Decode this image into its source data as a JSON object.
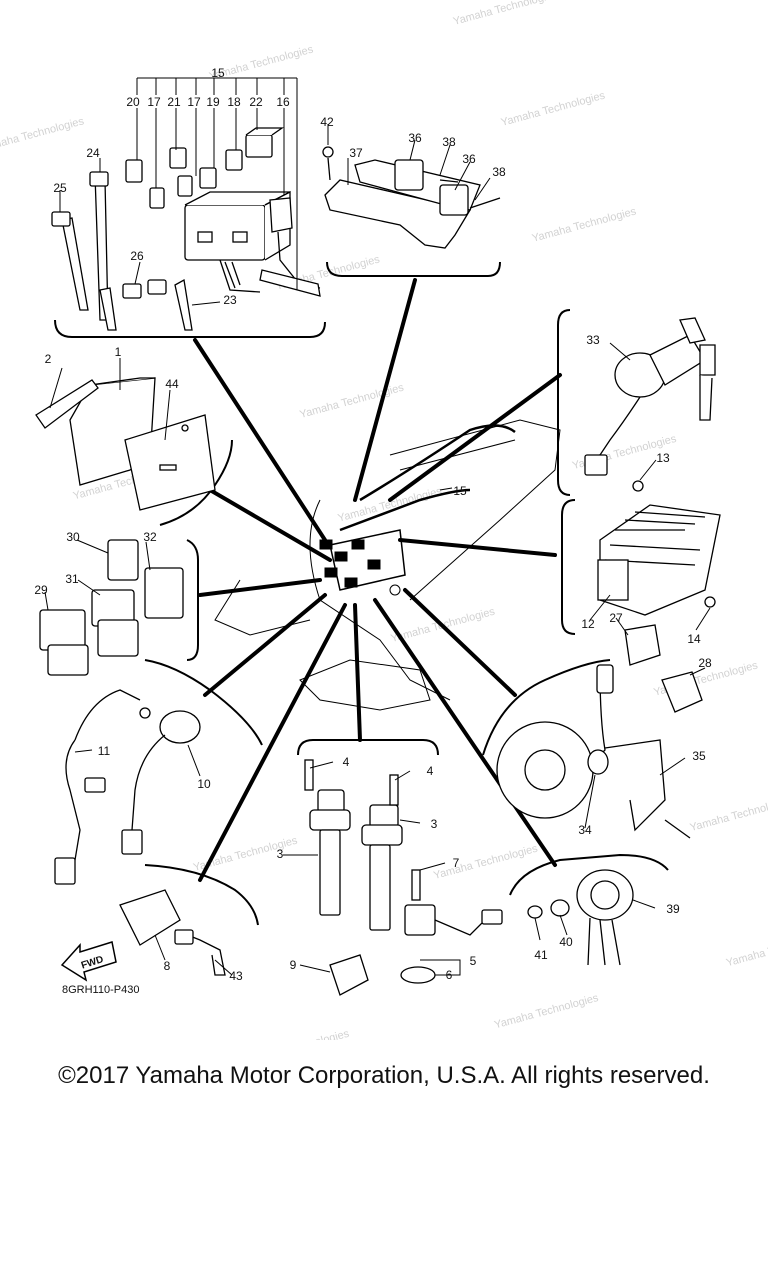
{
  "diagram": {
    "drawing_code": "8GRH110-P430",
    "forward_label": "FWD",
    "watermark": "Yamaha Technologies",
    "callouts": [
      "1",
      "2",
      "3",
      "4",
      "5",
      "6",
      "7",
      "8",
      "9",
      "10",
      "11",
      "12",
      "13",
      "14",
      "15",
      "16",
      "17",
      "18",
      "19",
      "20",
      "21",
      "22",
      "23",
      "24",
      "25",
      "26",
      "27",
      "28",
      "29",
      "30",
      "31",
      "32",
      "33",
      "34",
      "35",
      "36",
      "37",
      "38",
      "39",
      "40",
      "41",
      "42",
      "43",
      "44"
    ]
  },
  "footer": {
    "copyright": "©2017 Yamaha Motor Corporation, U.S.A. All rights reserved."
  }
}
